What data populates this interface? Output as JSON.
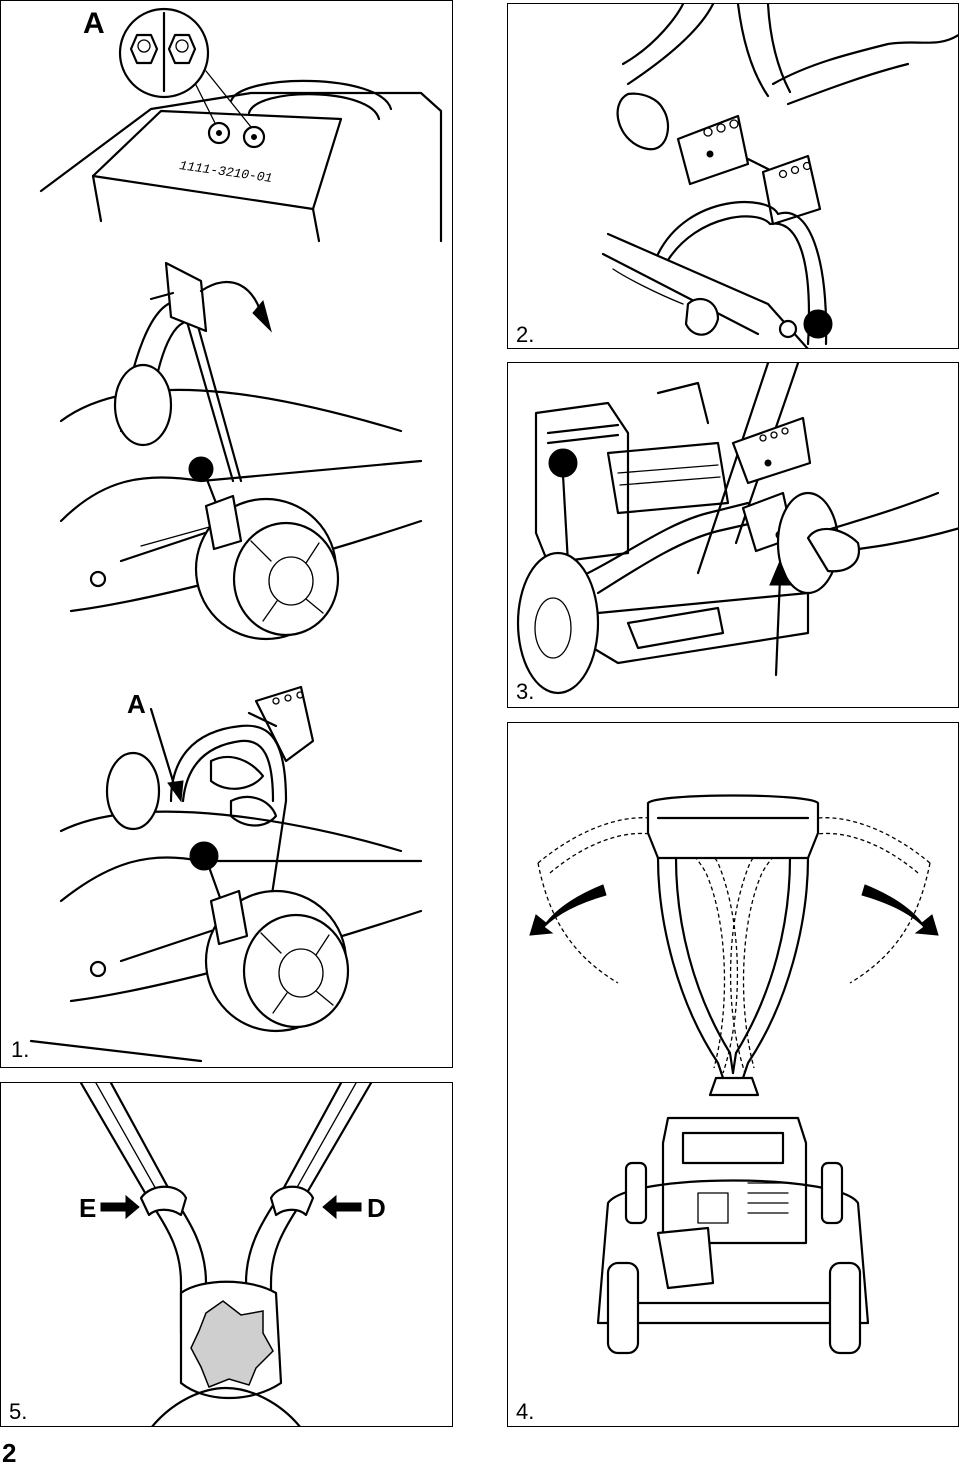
{
  "page": {
    "number": "2"
  },
  "panels": {
    "p1": {
      "caption": "1.",
      "callout_top": "A",
      "callout_mid": "A",
      "stamp": "1111-3210-01"
    },
    "p2": {
      "caption": "2."
    },
    "p3": {
      "caption": "3."
    },
    "p4": {
      "caption": "4."
    },
    "p5": {
      "caption": "5.",
      "label_left": "E",
      "label_right": "D"
    }
  }
}
